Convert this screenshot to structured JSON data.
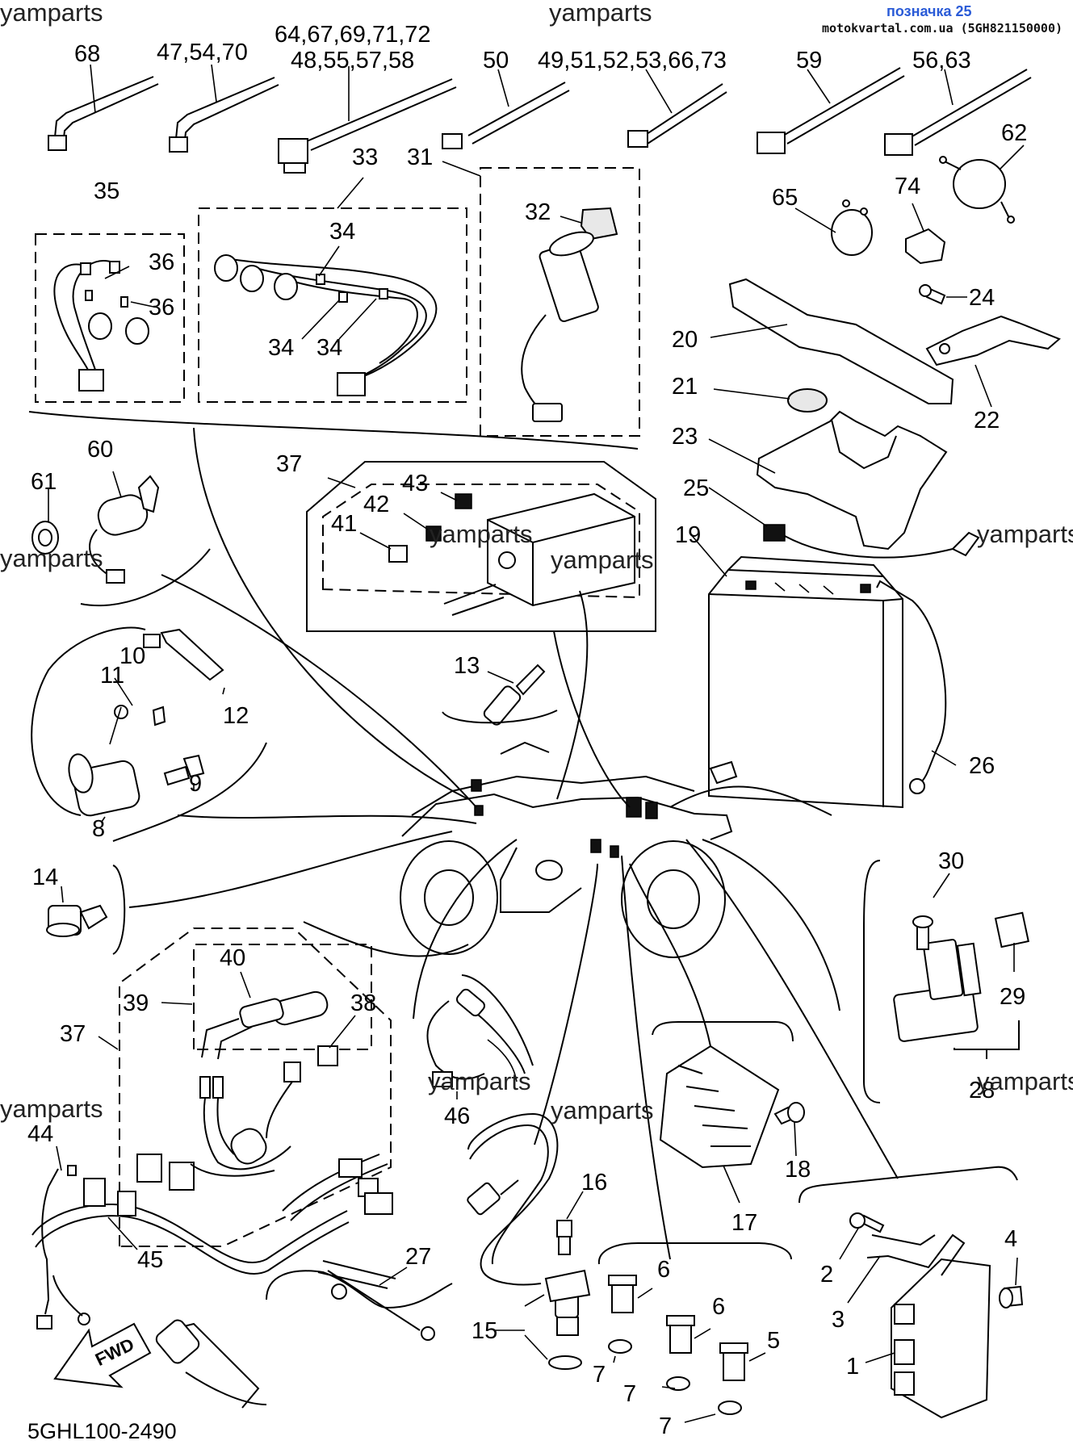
{
  "header": {
    "title": "позначка 25",
    "site": "motokvartal.com.ua (5GH821150000)"
  },
  "diagram_code": "5GHL100-2490",
  "watermarks": [
    "yamparts",
    "yamparts",
    "yamparts",
    "yamparts",
    "yamparts",
    "yamparts",
    "yamparts",
    "yamparts",
    "yamparts",
    "yamparts"
  ],
  "fwd_label": "FWD",
  "callouts": [
    "68",
    "47,54,70",
    "64,67,69,71,72",
    "48,55,57,58",
    "50",
    "49,51,52,53,66,73",
    "59",
    "56,63",
    "62",
    "65",
    "74",
    "24",
    "20",
    "22",
    "21",
    "23",
    "25",
    "19",
    "26",
    "35",
    "36",
    "36",
    "33",
    "34",
    "34",
    "34",
    "31",
    "32",
    "60",
    "61",
    "37",
    "43",
    "42",
    "41",
    "10",
    "11",
    "12",
    "9",
    "8",
    "13",
    "14",
    "30",
    "29",
    "28",
    "40",
    "39",
    "38",
    "37",
    "46",
    "44",
    "45",
    "27",
    "16",
    "15",
    "17",
    "18",
    "6",
    "6",
    "5",
    "7",
    "7",
    "7",
    "2",
    "3",
    "4",
    "1"
  ]
}
